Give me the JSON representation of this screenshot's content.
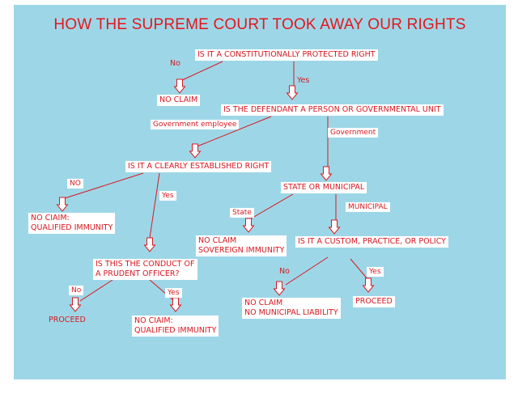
{
  "title": "HOW THE SUPREME COURT TOOK AWAY OUR RIGHTS",
  "colors": {
    "background": "#9dd7e7",
    "text": "#d81820",
    "lines": "#d81820",
    "box_fill": "#ffffff"
  },
  "nodes": {
    "q_constitutional": "IS IT A CONSTITUTIONALLY PROTECTED RIGHT",
    "no_claim_1": "NO CLAIM",
    "q_defendant": "IS THE DEFENDANT A PERSON OR GOVERNMENTAL UNIT",
    "q_clearly_established": "IS IT A CLEARLY ESTABLISHED RIGHT",
    "state_or_municipal": "STATE OR MUNICIPAL",
    "no_claim_qi_1_line1": "NO CIAIM:",
    "no_claim_qi_1_line2": "QUALIFIED IMMUNITY",
    "no_claim_sovereign_line1": "NO CLAIM",
    "no_claim_sovereign_line2": "SOVEREIGN IMMUNITY",
    "q_custom_policy": "IS IT A CUSTOM, PRACTICE, OR POLICY",
    "q_prudent_line1": "IS THIS THE CONDUCT OF",
    "q_prudent_line2": "A PRUDENT OFFICER?",
    "proceed_1": "PROCEED",
    "no_claim_qi_2_line1": "NO CIAIM:",
    "no_claim_qi_2_line2": "QUALIFIED IMMUNITY",
    "no_claim_municipal_line1": "NO CLAIM",
    "no_claim_municipal_line2": "NO MUNICIPAL LIABILITY",
    "proceed_2": "PROCEED"
  },
  "edge_labels": {
    "no_1": "No",
    "yes_1": "Yes",
    "government_employee": "Government employee",
    "government": "Government",
    "no_2": "NO",
    "yes_2": "Yes",
    "state": "State",
    "municipal": "MUNICIPAL",
    "no_3": "No",
    "yes_3": "Yes",
    "no_4": "No",
    "yes_4": "Yes"
  }
}
